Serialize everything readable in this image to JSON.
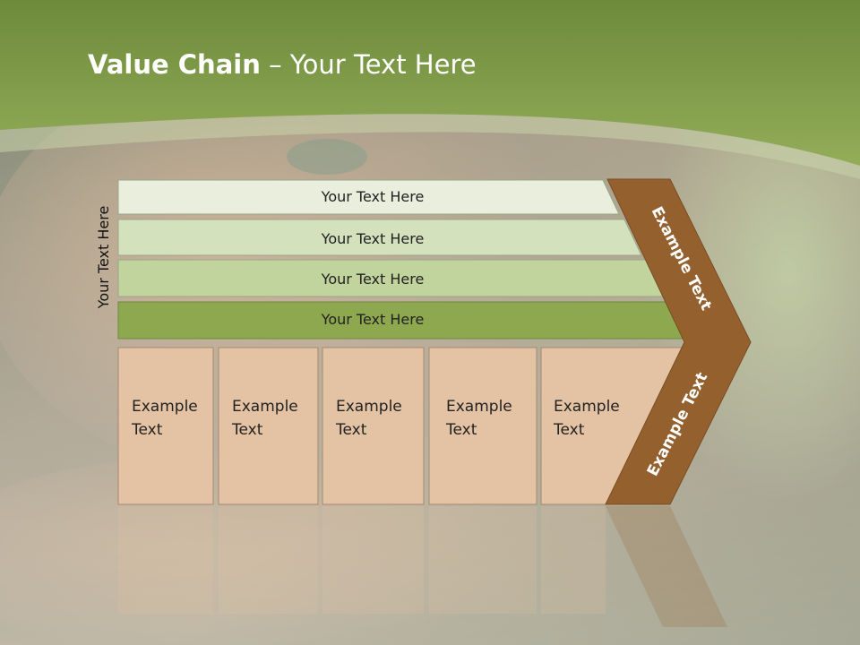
{
  "slide": {
    "title_bold": "Value Chain",
    "title_rest": " – Your Text Here",
    "side_label": "Your Text Here"
  },
  "rows": [
    {
      "label": "Your Text Here",
      "color": "#e9eedd"
    },
    {
      "label": "Your Text Here",
      "color": "#d4e1bd"
    },
    {
      "label": "Your Text Here",
      "color": "#c2d49d"
    },
    {
      "label": "Your Text Here",
      "color": "#8ea84f"
    }
  ],
  "cells": [
    {
      "line1": "Example",
      "line2": "Text"
    },
    {
      "line1": "Example",
      "line2": "Text"
    },
    {
      "line1": "Example",
      "line2": "Text"
    },
    {
      "line1": "Example",
      "line2": "Text"
    },
    {
      "line1": "Example",
      "line2": "Text"
    }
  ],
  "chevron": {
    "upper_label": "Example Text",
    "lower_label": "Example Text",
    "color": "#94602e"
  },
  "colors": {
    "header_green": "#7f9a45",
    "cell_fill": "#e3c3a4",
    "cell_border": "#a38a73"
  }
}
